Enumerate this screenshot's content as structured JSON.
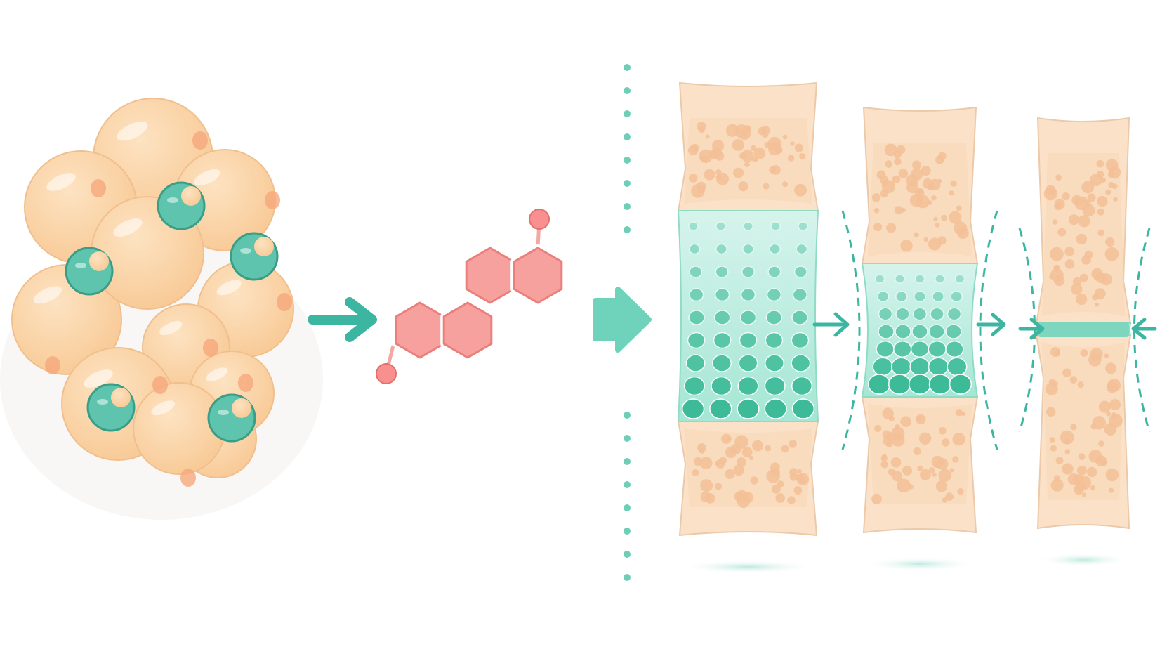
{
  "diagram": {
    "stages": [
      {
        "id": "fat-tissue",
        "icon": "adipose-cell-cluster-icon"
      },
      {
        "id": "estrogen",
        "icon": "estrogen-molecule-icon"
      },
      {
        "id": "growth-plate-open",
        "icon": "wide-growth-plate-icon"
      },
      {
        "id": "growth-plate-narrowing",
        "icon": "narrowing-growth-plate-icon"
      },
      {
        "id": "growth-plate-closed",
        "icon": "closed-growth-plate-icon"
      }
    ],
    "colors": {
      "fat_cell": "#fbd3a6",
      "fat_cell_stroke": "#f0bf8d",
      "aromatase": "#5fc4ad",
      "molecule": "#f29a98",
      "bone": "#fbe1c8",
      "bone_pore": "#f3bf98",
      "cartilage": "#bfeee0",
      "chondrocyte": "#3dbb98",
      "arrow": "#3cb6a0",
      "divider": "#6ecfb8"
    }
  }
}
